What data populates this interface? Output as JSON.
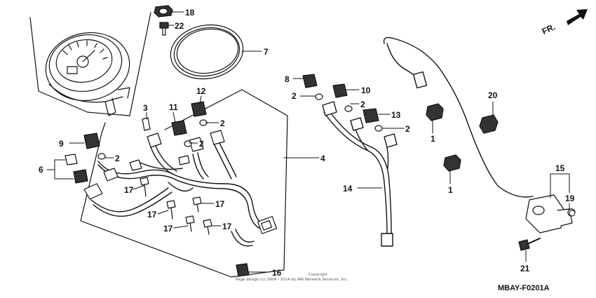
{
  "labels": {
    "c1a": "1",
    "c1b": "1",
    "c2a": "2",
    "c2b": "2",
    "c2c": "2",
    "c2d": "2",
    "c2e": "2",
    "c2f": "2",
    "c3": "3",
    "c4": "4",
    "c6": "6",
    "c7": "7",
    "c8": "8",
    "c9": "9",
    "c10": "10",
    "c11": "11",
    "c12": "12",
    "c13": "13",
    "c14": "14",
    "c15": "15",
    "c16": "16",
    "c17a": "17",
    "c17b": "17",
    "c17c": "17",
    "c17d": "17",
    "c17e": "17",
    "c18": "18",
    "c19": "19",
    "c20": "20",
    "c21": "21",
    "c22": "22"
  },
  "direction_label": "FR.",
  "copyright_line1": "Copyright",
  "copyright_line2": "Page design (c) 2004 - 2014 by ARI Network Services, Inc.",
  "diagram_code": "MBAY-F0201A"
}
